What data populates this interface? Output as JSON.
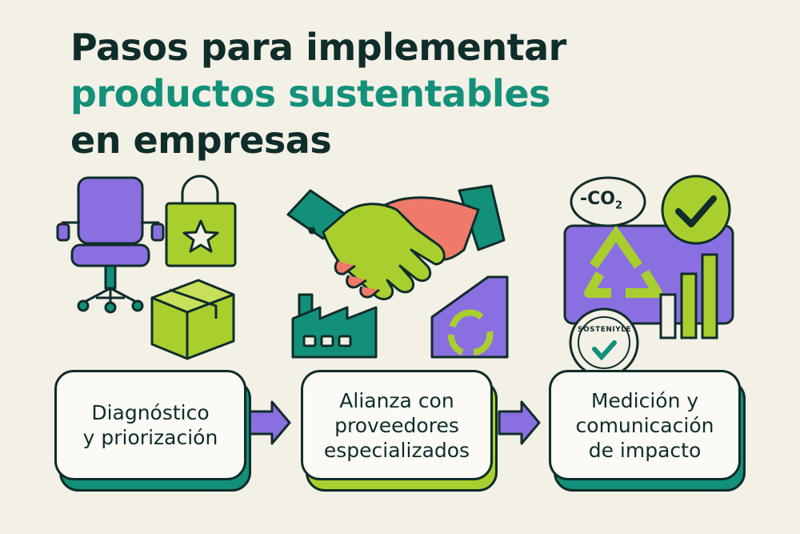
{
  "title": {
    "line1": "Pasos para implementar",
    "line2": "productos sustentables",
    "line3": "en empresas"
  },
  "steps": [
    {
      "line1": "Diagnóstico",
      "line2": "y priorización",
      "line3": ""
    },
    {
      "line1": "Alianza con",
      "line2": "proveedores",
      "line3": "especializados"
    },
    {
      "line1": "Medición y",
      "line2": "comunicación",
      "line3": "de impacto"
    }
  ],
  "badges": {
    "co2_prefix": "-CO",
    "co2_sub": "2",
    "seal": "SOSTENIYLE"
  },
  "colors": {
    "dark": "#0f2d2a",
    "teal": "#13907a",
    "lime": "#a9cf2e",
    "purple": "#8a6fe0",
    "coral": "#f07a6a",
    "background": "#f3f0e6"
  },
  "icons": [
    "office-chair-icon",
    "shopping-bag-icon",
    "box-icon",
    "handshake-icon",
    "factory-icon",
    "recycle-document-icon",
    "checkmark-icon",
    "recycle-icon",
    "bar-chart-icon",
    "seal-icon",
    "arrow-right-icon"
  ]
}
